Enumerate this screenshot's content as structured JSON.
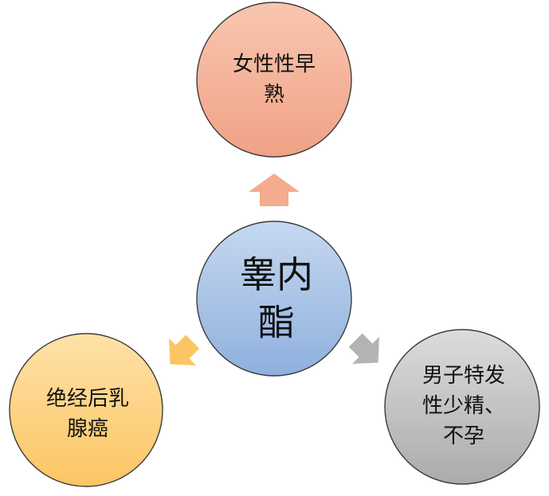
{
  "center": {
    "lines": [
      "睾内",
      "酯"
    ]
  },
  "top": {
    "lines": [
      "女性性早",
      "熟"
    ]
  },
  "left": {
    "lines": [
      "绝经后乳",
      "腺癌"
    ]
  },
  "right": {
    "lines": [
      "男子特发",
      "性少精、",
      "不孕"
    ]
  },
  "colors": {
    "center_light": "#c5d8f0",
    "center_dark": "#8fb0dd",
    "top_light": "#f9c6b0",
    "top_dark": "#f0a285",
    "left_light": "#ffe2a8",
    "left_dark": "#fbc563",
    "right_light": "#dcdcdc",
    "right_dark": "#ababab"
  }
}
